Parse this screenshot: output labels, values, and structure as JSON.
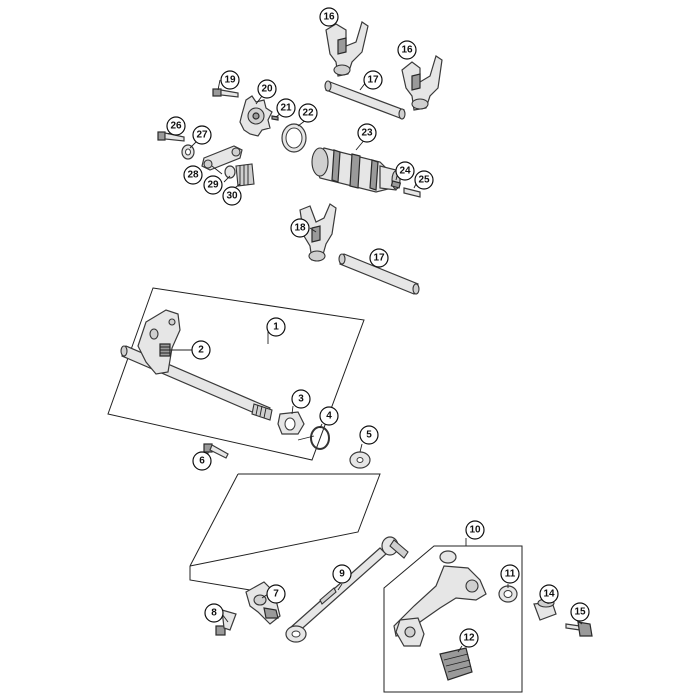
{
  "callouts": [
    {
      "id": "c16a",
      "label": "16"
    },
    {
      "id": "c16b",
      "label": "16"
    },
    {
      "id": "c17a",
      "label": "17"
    },
    {
      "id": "c19",
      "label": "19"
    },
    {
      "id": "c20",
      "label": "20"
    },
    {
      "id": "c21",
      "label": "21"
    },
    {
      "id": "c22",
      "label": "22"
    },
    {
      "id": "c23",
      "label": "23"
    },
    {
      "id": "c26",
      "label": "26"
    },
    {
      "id": "c27",
      "label": "27"
    },
    {
      "id": "c28",
      "label": "28"
    },
    {
      "id": "c29",
      "label": "29"
    },
    {
      "id": "c30",
      "label": "30"
    },
    {
      "id": "c24",
      "label": "24"
    },
    {
      "id": "c25",
      "label": "25"
    },
    {
      "id": "c18",
      "label": "18"
    },
    {
      "id": "c17b",
      "label": "17"
    },
    {
      "id": "c1",
      "label": "1"
    },
    {
      "id": "c2",
      "label": "2"
    },
    {
      "id": "c3",
      "label": "3"
    },
    {
      "id": "c4",
      "label": "4"
    },
    {
      "id": "c5",
      "label": "5"
    },
    {
      "id": "c6",
      "label": "6"
    },
    {
      "id": "c7",
      "label": "7"
    },
    {
      "id": "c8",
      "label": "8"
    },
    {
      "id": "c9",
      "label": "9"
    },
    {
      "id": "c10",
      "label": "10"
    },
    {
      "id": "c11",
      "label": "11"
    },
    {
      "id": "c12",
      "label": "12"
    },
    {
      "id": "c14",
      "label": "14"
    },
    {
      "id": "c15",
      "label": "15"
    }
  ]
}
